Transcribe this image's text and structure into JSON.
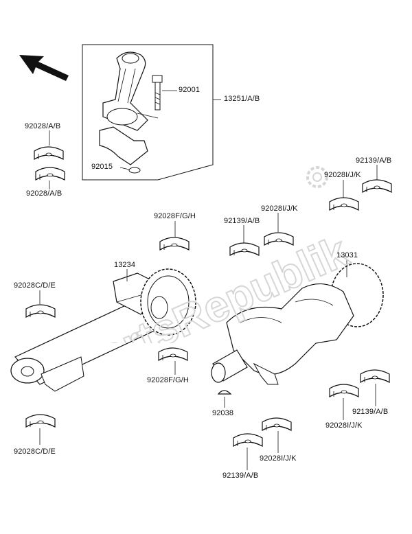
{
  "labels": {
    "p92001": "92001",
    "p13251": "13251/A/B",
    "p92015": "92015",
    "p92028ab_top": "92028/A/B",
    "p92028ab_bottom": "92028/A/B",
    "p92139ab_tr": "92139/A/B",
    "p92028ijk_tr": "92028I/J/K",
    "p92028ijk_mid": "92028I/J/K",
    "p92139ab_mid": "92139/A/B",
    "p92028fgh_top": "92028F/G/H",
    "p13234": "13234",
    "p13031": "13031",
    "p92028cde_top": "92028C/D/E",
    "p92028fgh_bottom": "92028F/G/H",
    "p92038": "92038",
    "p92139ab_br": "92139/A/B",
    "p92028ijk_br": "92028I/J/K",
    "p92028ijk_bottom": "92028I/J/K",
    "p92139ab_bottom": "92139/A/B",
    "p92028cde_bottom": "92028C/D/E"
  },
  "watermark": {
    "text": "PartsRepublik"
  },
  "colors": {
    "line": "#111111",
    "watermark": "#d6d6d6"
  },
  "icons": {
    "direction": "front-arrow-icon",
    "gear": "gear-watermark-icon"
  }
}
